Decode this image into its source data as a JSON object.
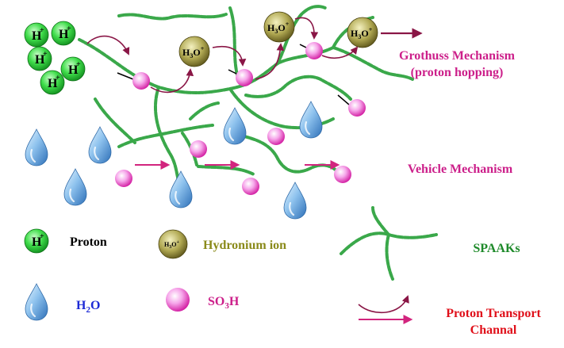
{
  "labels": {
    "grotthuss_line1": "Grothuss Mechanism",
    "grotthuss_line2": "(proton hopping)",
    "vehicle": "Vehicle Mechanism",
    "spaaks": "SPAAKs",
    "proton_transport_line1": "Proton Transport",
    "proton_transport_line2": "Channal"
  },
  "legend": {
    "proton_label": "Proton",
    "hydronium_label": "Hydronium  ion",
    "h2o_label_main": "H",
    "h2o_label_sub": "2",
    "h2o_label_end": "O",
    "so3h_label_main": "SO",
    "so3h_label_sub": "3",
    "so3h_label_end": "H"
  },
  "symbols": {
    "proton_main": "H",
    "proton_sup": "+",
    "hydronium_main": "H",
    "hydronium_sub": "3",
    "hydronium_o": "O",
    "hydronium_sup": "+"
  },
  "colors": {
    "pink_label": "#cc1f8a",
    "green_label": "#1e8a2a",
    "red_label": "#e0101a",
    "blue_label": "#1d2ad6",
    "olive_label": "#8a8a1a",
    "chain": "#3aa84a",
    "arrow": "#8a1646",
    "vehicle_arrow": "#d2247e"
  }
}
